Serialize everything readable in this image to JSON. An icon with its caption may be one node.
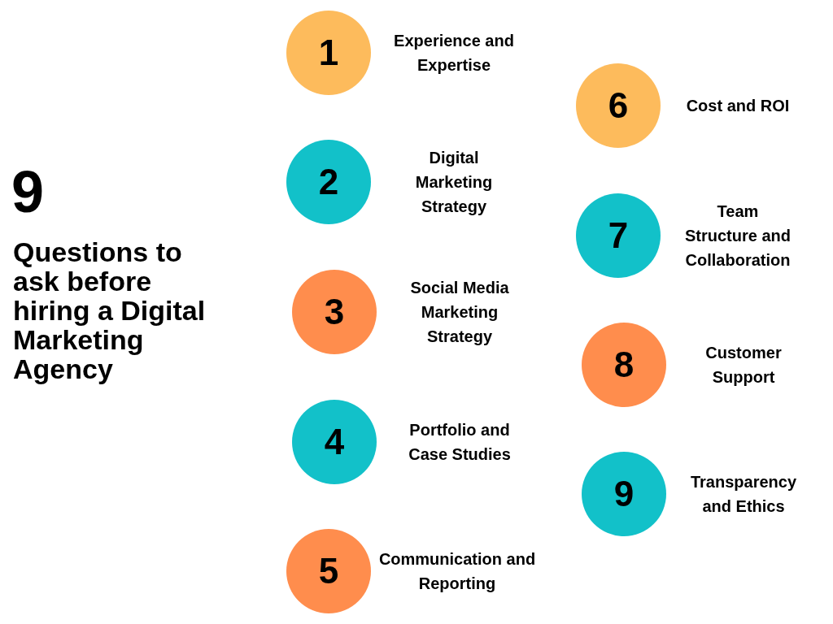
{
  "diagram": {
    "title": "Questions to ask before hiring a Digital Marketing Agency",
    "nodes": [
      {
        "text": [
          "1"
        ],
        "beside": [
          "Experience and Expertise"
        ]
      },
      {
        "text": [
          "2"
        ],
        "beside": [
          "Digital Marketing Strategy"
        ]
      },
      {
        "text": [
          "3"
        ],
        "beside": [
          "Social Media Marketing Strategy"
        ]
      },
      {
        "text": [
          "4"
        ],
        "beside": [
          "Portfolio and Case Studies"
        ]
      },
      {
        "text": [
          "5"
        ],
        "beside": [
          "Communication and Reporting"
        ]
      },
      {
        "text": [
          "6"
        ],
        "beside": [
          "Cost and ROI"
        ]
      },
      {
        "text": [
          "7"
        ],
        "beside": [
          "Team Structure and Collaboration"
        ]
      },
      {
        "text": [
          "8"
        ],
        "beside": [
          "Customer Support"
        ]
      },
      {
        "text": [
          "9"
        ],
        "beside": [
          "Transparency and Ethics"
        ]
      }
    ],
    "labels": [
      "9"
    ]
  }
}
